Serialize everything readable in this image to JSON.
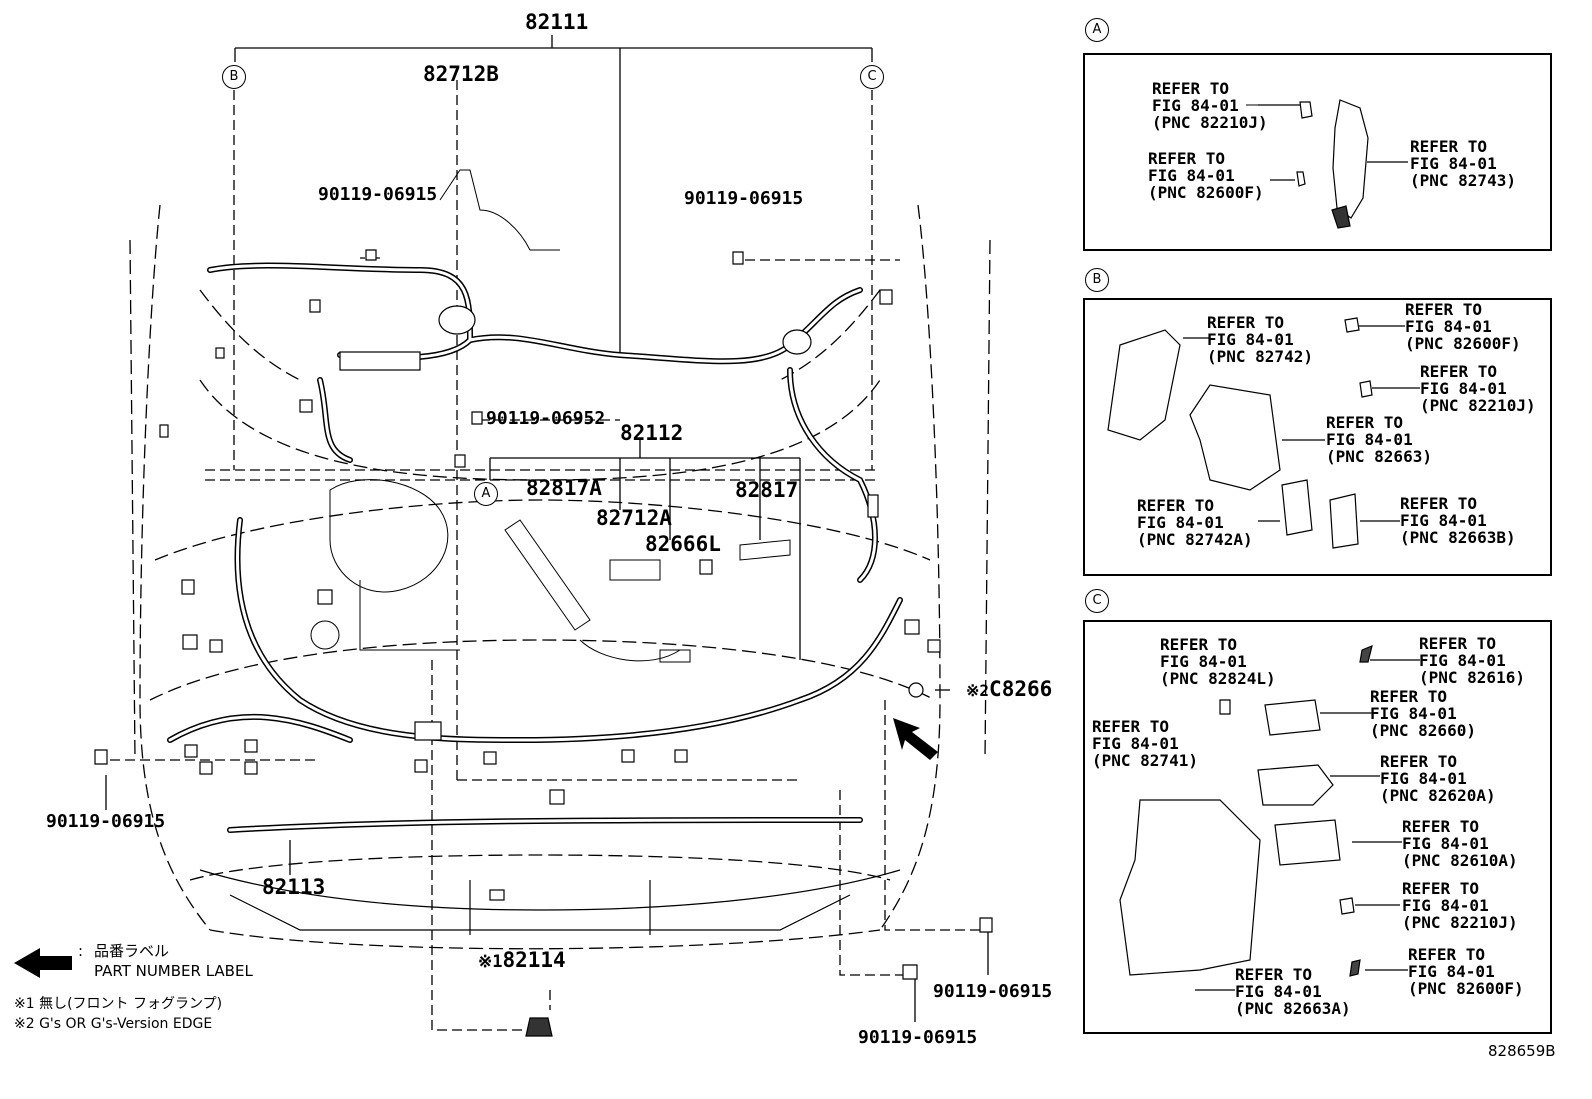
{
  "main": {
    "part_82111": "82111",
    "part_82712B": "82712B",
    "bolt_top_left": "90119-06915",
    "bolt_top_right": "90119-06915",
    "bolt_center": "90119-06952",
    "part_82112": "82112",
    "part_82817A": "82817A",
    "part_82712A": "82712A",
    "part_82817": "82817",
    "part_82666L": "82666L",
    "conn_C8266": "C8266",
    "mark_2": "※2",
    "bolt_left": "90119-06915",
    "part_82113": "82113",
    "mark_1": "※1",
    "part_82114": "82114",
    "bolt_bottom_right": "90119-06915",
    "bolt_bottom_center": "90119-06915",
    "callout_A": "A",
    "callout_B": "B",
    "callout_C": "C"
  },
  "legend": {
    "label_jp": "品番ラベル",
    "label_en": "PART NUMBER LABEL",
    "colon": ":",
    "note1": "※1 無し(フロント フォグランプ)",
    "note2": "※2 G's OR G's-Version EDGE"
  },
  "panels": {
    "A": {
      "tag": "A",
      "refs": [
        {
          "l1": "REFER TO",
          "l2": "FIG 84-01",
          "l3": "(PNC 82210J)"
        },
        {
          "l1": "REFER TO",
          "l2": "FIG 84-01",
          "l3": "(PNC 82600F)"
        },
        {
          "l1": "REFER TO",
          "l2": "FIG 84-01",
          "l3": "(PNC 82743)"
        }
      ]
    },
    "B": {
      "tag": "B",
      "refs": [
        {
          "l1": "REFER TO",
          "l2": "FIG 84-01",
          "l3": "(PNC 82742)"
        },
        {
          "l1": "REFER TO",
          "l2": "FIG 84-01",
          "l3": "(PNC 82600F)"
        },
        {
          "l1": "REFER TO",
          "l2": "FIG 84-01",
          "l3": "(PNC 82210J)"
        },
        {
          "l1": "REFER TO",
          "l2": "FIG 84-01",
          "l3": "(PNC 82663)"
        },
        {
          "l1": "REFER TO",
          "l2": "FIG 84-01",
          "l3": "(PNC 82742A)"
        },
        {
          "l1": "REFER TO",
          "l2": "FIG 84-01",
          "l3": "(PNC 82663B)"
        }
      ]
    },
    "C": {
      "tag": "C",
      "refs": [
        {
          "l1": "REFER TO",
          "l2": "FIG 84-01",
          "l3": "(PNC 82824L)"
        },
        {
          "l1": "REFER TO",
          "l2": "FIG 84-01",
          "l3": "(PNC 82616)"
        },
        {
          "l1": "REFER TO",
          "l2": "FIG 84-01",
          "l3": "(PNC 82660)"
        },
        {
          "l1": "REFER TO",
          "l2": "FIG 84-01",
          "l3": "(PNC 82741)"
        },
        {
          "l1": "REFER TO",
          "l2": "FIG 84-01",
          "l3": "(PNC 82620A)"
        },
        {
          "l1": "REFER TO",
          "l2": "FIG 84-01",
          "l3": "(PNC 82610A)"
        },
        {
          "l1": "REFER TO",
          "l2": "FIG 84-01",
          "l3": "(PNC 82210J)"
        },
        {
          "l1": "REFER TO",
          "l2": "FIG 84-01",
          "l3": "(PNC 82600F)"
        },
        {
          "l1": "REFER TO",
          "l2": "FIG 84-01",
          "l3": "(PNC 82663A)"
        }
      ]
    }
  },
  "figure_id": "828659B"
}
